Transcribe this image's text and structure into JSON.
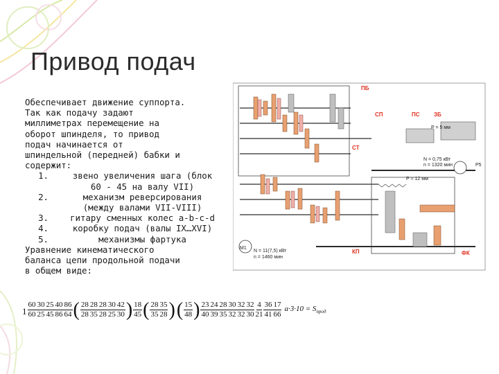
{
  "slide": {
    "title": "Привод подач",
    "intro_lines": [
      "Обеспечивает движение суппорта.",
      "Так как подачу задают",
      "миллиметрах перемещение на",
      "оборот шпинделя, то привод",
      "подач начинается от",
      "шпиндельной (передней) бабки и",
      "содержит:"
    ],
    "list_items": [
      {
        "num": "1.",
        "lines": [
          "звено увеличения шага (блок",
          "60 - 45 на валу VII)"
        ]
      },
      {
        "num": "2.",
        "lines": [
          "механизм реверсирования",
          "(между валами VII-VIII)"
        ]
      },
      {
        "num": "3.",
        "lines": [
          "гитару сменных колес a-b-c-d"
        ]
      },
      {
        "num": "4.",
        "lines": [
          "коробку подач (валы IX…XVI)"
        ]
      },
      {
        "num": "5.",
        "lines": [
          "механизмы фартука"
        ]
      }
    ],
    "outro_lines": [
      "Уравнение кинематического",
      "баланса цепи продольной подачи",
      "в общем виде:"
    ]
  },
  "equation": {
    "lead": "1",
    "group1": [
      {
        "num": "60",
        "den": "60"
      },
      {
        "num": "30",
        "den": "25"
      },
      {
        "num": "25",
        "den": "45"
      },
      {
        "num": "40",
        "den": "86"
      },
      {
        "num": "86",
        "den": "64"
      },
      {
        "num": "28",
        "den": "28"
      }
    ],
    "group2": [
      {
        "num": "28",
        "den": "35"
      },
      {
        "num": "28",
        "den": "28"
      },
      {
        "num": "30",
        "den": "25"
      },
      {
        "num": "42",
        "den": "30"
      }
    ],
    "group3": [
      {
        "num": "18",
        "den": "45"
      },
      {
        "num": "28",
        "den": "35"
      }
    ],
    "group4": [
      {
        "num": "35",
        "den": "28"
      },
      {
        "num": "15",
        "den": "48"
      }
    ],
    "group5": [
      {
        "num": "23",
        "den": "40"
      },
      {
        "num": "24",
        "den": "39"
      },
      {
        "num": "28",
        "den": "35"
      },
      {
        "num": "30",
        "den": "32"
      },
      {
        "num": "32",
        "den": "32"
      },
      {
        "num": "32",
        "den": "30"
      },
      {
        "num": "4",
        "den": "21"
      },
      {
        "num": "36",
        "den": "41"
      },
      {
        "num": "17",
        "den": "66"
      }
    ],
    "tail": "a·3·10 = S",
    "tail_sub": "прод"
  },
  "schema": {
    "labels": [
      "ПБ",
      "СП",
      "ПС",
      "ЗБ",
      "СТ",
      "КП",
      "ФК",
      "М1",
      "Р5"
    ],
    "notes": [
      "N = 11(7,5) кВт",
      "n = 1460 мин",
      "N = 0,75 кВт",
      "n = 1320 мин",
      "P = 5 мм",
      "P = 12 мм"
    ]
  },
  "colors": {
    "title": "#2b2b2b",
    "gear_orange": "#e8a070",
    "gear_pink": "#f0b0a8",
    "shaft": "#2a2a2a",
    "label_red": "#e03020",
    "label_green": "#209060"
  }
}
